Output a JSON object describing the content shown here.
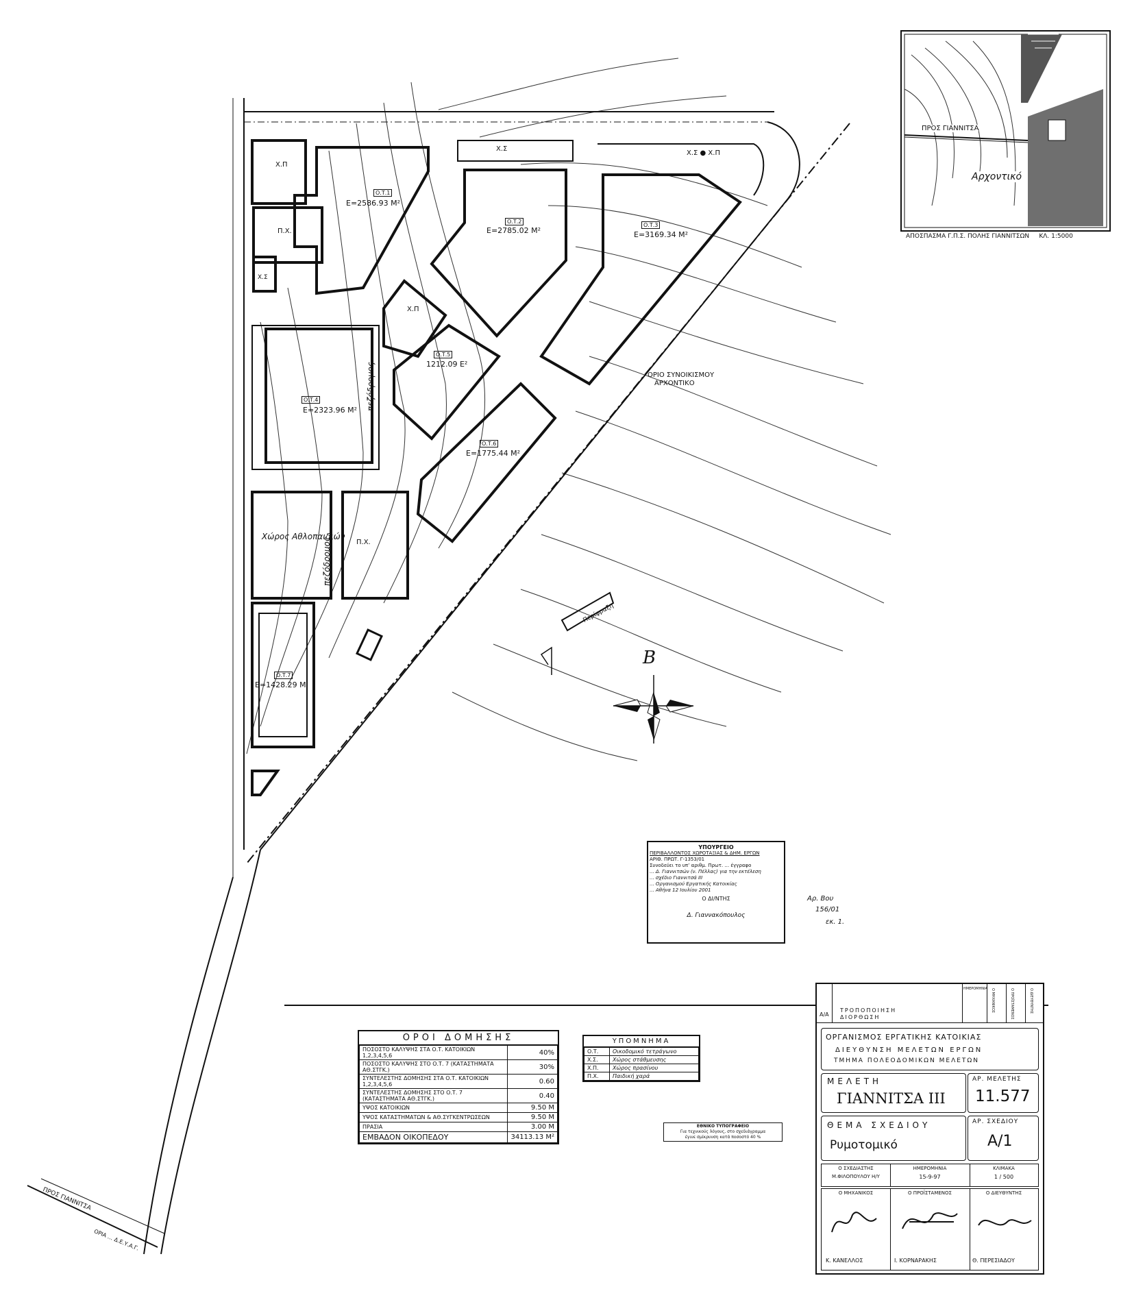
{
  "blocks": [
    {
      "id": "ot1",
      "label": "Ο.Τ.1",
      "area": "Ε=2586.93 Μ²"
    },
    {
      "id": "ot2",
      "label": "Ο.Τ.2",
      "area": "Ε=2785.02 Μ²"
    },
    {
      "id": "ot3",
      "label": "Ο.Τ.3",
      "area": "Ε=3169.34 Μ²"
    },
    {
      "id": "ot4",
      "label": "Ο.Τ.4",
      "area": "Ε=2323.96 Μ²"
    },
    {
      "id": "ot5",
      "label": "Ο.Τ.5",
      "area": "1212.09 Ε²"
    },
    {
      "id": "ot6",
      "label": "Ο.Τ.6",
      "area": "Ε=1775.44 Μ²"
    },
    {
      "id": "ot7",
      "label": "Ο.Τ.7",
      "area": "Ε=1428.29 Μ"
    }
  ],
  "zones": {
    "xp": "Χ.Π",
    "xs": "Χ.Σ",
    "px": "Π.Χ.",
    "xs_xp": "Χ.Σ ● Χ.Π",
    "athletics": "Χώρος Αθλοπαιδιών",
    "footpath": "πεζόδρομος",
    "settlement_limit_1": "ΟΡΙΟ ΣΥΝΟΙΚΙΣΜΟΥ",
    "settlement_limit_2": "ΑΡΧΟΝΤΙΚΟ",
    "road_to": "ΠΡΟΣ ΓΙΑΝΝΙΤΣΑ",
    "road_bottom": "ΟΡΙΑ ... Δ.Ε.Υ.Α.Γ.",
    "fence": "Περίφραξη"
  },
  "north_arrow": "B",
  "inset": {
    "label_road": "ΠΡΟΣ ΓΙΑΝΝΙΤΣΑ",
    "label_village": "Αρχοντικό",
    "caption": "ΑΠΟΣΠΑΣΜΑ Γ.Π.Σ. ΠΟΛΗΣ ΓΙΑΝΝΙΤΣΩΝ     ΚΛ. 1:5000"
  },
  "stamp": {
    "title": "ΥΠΟΥΡΓΕΙΟ",
    "lines": [
      "ΠΕΡΙΒΑΛΛΟΝΤΟΣ ΧΩΡΟΤΑΞΙΑΣ & ΔΗΜ. ΕΡΓΩΝ",
      "ΑΡΙΘ. ΠΡΩΤ. Γ-1353/01",
      "Συνοδεύει το υπ’ αριθμ. Πρωτ. ... έγγραφο",
      "... Δ. Γιαννιτσών (ν. Πέλλας) για την εκτέλεση",
      "... σχέδιο Γιαννιτσά ΙΙΙ",
      "... Οργανισμού Εργατικής Κατοικίας",
      "... Αθήνα 12 Ιουλίου 2001"
    ],
    "sign": "Ο ΔΙ/ΝΤΗΣ",
    "signer": "Δ. Γιαννακόπουλος",
    "note_1": "Αρ. Βου",
    "note_2": "156/01",
    "note_3": "εκ. 1."
  },
  "terms": {
    "title": "ΟΡΟΙ ΔΟΜΗΣΗΣ",
    "rows": [
      {
        "label": "ΠΟΣΟΣΤΟ ΚΑΛΥΨΗΣ ΣΤΑ Ο.Τ. ΚΑΤΟΙΚΙΩΝ 1,2,3,4,5,6",
        "value": "40%"
      },
      {
        "label": "ΠΟΣΟΣΤΟ ΚΑΛΥΨΗΣ ΣΤΟ Ο.Τ. 7 (ΚΑΤΑΣΤΗΜΑΤΑ ΑΘ.ΣΤΓΚ.)",
        "value": "30%"
      },
      {
        "label": "ΣΥΝΤΕΛΕΣΤΗΣ ΔΟΜΗΣΗΣ ΣΤΑ Ο.Τ. ΚΑΤΟΙΚΙΩΝ 1,2,3,4,5,6",
        "value": "0.60"
      },
      {
        "label": "ΣΥΝΤΕΛΕΣΤΗΣ ΔΟΜΗΣΗΣ ΣΤΟ Ο.Τ. 7 (ΚΑΤΑΣΤΗΜΑΤΑ ΑΘ.ΣΤΓΚ.)",
        "value": "0.40"
      },
      {
        "label": "ΥΨΟΣ ΚΑΤΟΙΚΙΩΝ",
        "value": "9.50 Μ"
      },
      {
        "label": "ΥΨΟΣ ΚΑΤΑΣΤΗΜΑΤΩΝ & ΑΘ.ΣΥΓΚΕΝΤΡΩΣΕΩΝ",
        "value": "9.50 Μ"
      },
      {
        "label": "ΠΡΑΣΙΑ",
        "value": "3.00 Μ"
      }
    ],
    "total_label": "ΕΜΒΑΔΟΝ ΟΙΚΟΠΕΔΟΥ",
    "total_value": "34113.13 Μ²"
  },
  "legend": {
    "title": "ΥΠΟΜΝΗΜΑ",
    "rows": [
      {
        "code": "Ο.Τ.",
        "desc": "Οικοδομικό τετράγωνο"
      },
      {
        "code": "Χ.Σ.",
        "desc": "Χώρος στάθμευσης"
      },
      {
        "code": "Χ.Π.",
        "desc": "Χώρος πρασίνου"
      },
      {
        "code": "Π.Χ.",
        "desc": "Παιδική χαρά"
      }
    ]
  },
  "survey_stamp": {
    "line1": "ΕΘΝΙΚΟ ΤΥΠΟΓΡΑΦΕΙΟ",
    "line2": "Για τεχνικούς λόγους, στο σχεδιάγραμμα",
    "line3": "έγινε σμίκρυνση κατά ποσοστό 40 %"
  },
  "titleblock": {
    "rev_a": "Α/Α",
    "rev_1": "ΤΡΟΠΟΠΟΙΗΣΗ",
    "rev_2": "ΔΙΟΡΘΩΣΗ",
    "rev_date": "ΗΜΕΡΟΜΗΝΙΑ",
    "rev_cols": [
      "Ο ΜΗΧΑΝΙΚΟΣ",
      "Ο ΠΡΟΪΣΤΑΜΕΝΟΣ",
      "Ο ΔΙΕΥΘΥΝΤΗΣ"
    ],
    "org_1": "ΟΡΓΑΝΙΣΜΟΣ ΕΡΓΑΤΙΚΗΣ ΚΑΤΟΙΚΙΑΣ",
    "org_2": "ΔΙΕΥΘΥΝΣΗ ΜΕΛΕΤΩΝ ΕΡΓΩΝ",
    "org_3": "ΤΜΗΜΑ ΠΟΛΕΟΔΟΜΙΚΩΝ ΜΕΛΕΤΩΝ",
    "study_label": "ΜΕΛΕΤΗ",
    "study_value": "ΓΙΑΝΝΙΤΣΑ ΙΙΙ",
    "study_no_label": "ΑΡ. ΜΕΛΕΤΗΣ",
    "study_no": "11.577",
    "subject_label": "ΘΕΜΑ ΣΧΕΔΙΟΥ",
    "subject_value": "Ρυμοτομικό",
    "drawing_no_label": "ΑΡ. ΣΧΕΔΙΟΥ",
    "drawing_no": "Α/1",
    "drafter_label": "Ο ΣΧΕΔΙΑΣΤΗΣ",
    "drafter": "Μ.ΦΙΛΟΠΟΥΛΟΥ Η/Υ",
    "date_label": "ΗΜΕΡΟΜΗΝΙΑ",
    "date": "15-9-97",
    "scale_label": "ΚΛΙΜΑΚΑ",
    "scale": "1 / 500",
    "engineer_label": "Ο ΜΗΧΑΝΙΚΟΣ",
    "engineer": "Κ. ΚΑΝΕΛΛΟΣ",
    "head_label": "Ο ΠΡΟΪΣΤΑΜΕΝΟΣ",
    "head": "Ι. ΚΟΡΝΑΡΑΚΗΣ",
    "director_label": "Ο ΔΙΕΥΘΥΝΤΗΣ",
    "director": "Θ. ΠΕΡΕΣΙΑΔΟΥ"
  }
}
